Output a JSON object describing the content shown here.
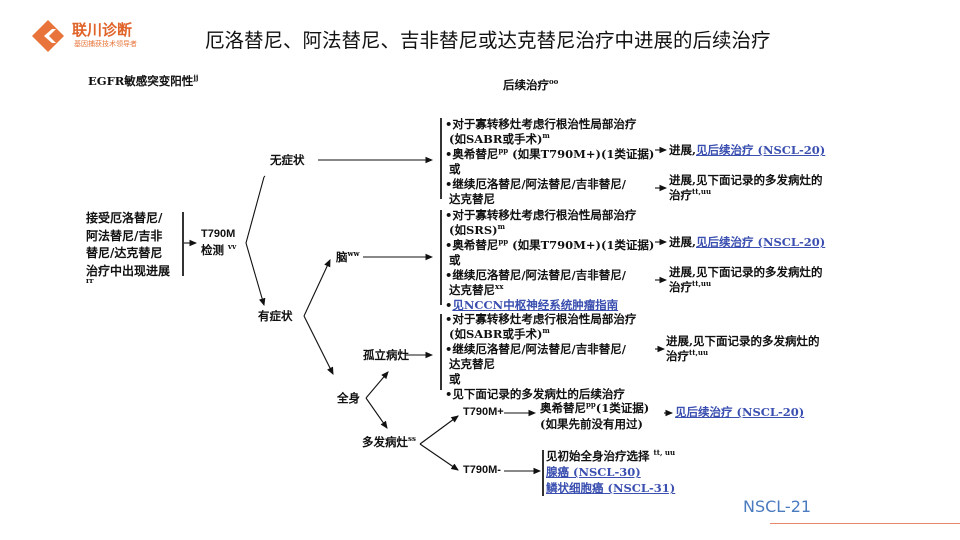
{
  "logo": {
    "name": "联川诊断",
    "tagline": "基因捕获技术领导者",
    "color": "#e8743b"
  },
  "title": "厄洛替尼、阿法替尼、吉非替尼或达克替尼治疗中进展的后续治疗",
  "header_left": "EGFR敏感突变阳性",
  "header_left_sup": "jj",
  "header_right": "后续治疗",
  "header_right_sup": "oo",
  "start": {
    "lines": [
      "接受厄洛替尼/",
      "阿法替尼/吉非",
      "替尼/达克替尼",
      "治疗中出现进展"
    ],
    "sup": "rr"
  },
  "test": {
    "line1": "T790M",
    "line2": "检测",
    "sup": "vv"
  },
  "nodes": {
    "asymptomatic": "无症状",
    "symptomatic": "有症状",
    "brain": "脑",
    "brain_sup": "ww",
    "systemic": "全身",
    "isolated": "孤立病灶",
    "multiple": "多发病灶",
    "multiple_sup": "ss",
    "t790m_pos": "T790M+",
    "t790m_neg": "T790M-"
  },
  "group1": {
    "l1": "•对于寡转移灶考虑行根治性局部治疗",
    "l2": "(如SABR或手术)",
    "l2_sup": "m",
    "l3": "•奥希替尼",
    "l3_sup": "pp",
    "l3b": "(如果T790M+)(1类证据)",
    "l4": "或",
    "l5": "•继续厄洛替尼/阿法替尼/吉非替尼/",
    "l6": "达克替尼"
  },
  "group2": {
    "l1": "•对于寡转移灶考虑行根治性局部治疗",
    "l2": "(如SRS)",
    "l2_sup": "m",
    "l3": "•奥希替尼",
    "l3_sup": "pp",
    "l3b": "(如果T790M+)(1类证据)",
    "l4": "或",
    "l5": "•继续厄洛替尼/阿法替尼/吉非替尼/",
    "l6": "达克替尼",
    "l6_sup": "xx",
    "l7": "见NCCN中枢神经系统肿瘤指南"
  },
  "group3": {
    "l1": "•对于寡转移灶考虑行根治性局部治疗",
    "l2": "(如SABR或手术)",
    "l2_sup": "m",
    "l3": "•继续厄洛替尼/阿法替尼/吉非替尼/",
    "l4": "达克替尼",
    "l5": "或",
    "l6": "•见下面记录的多发病灶的后续治疗"
  },
  "outcomes": {
    "progress": "进展,",
    "see_subsequent": "见后续治疗 (NSCL-20)",
    "multi_l1": "进展,见下面记录的多发病灶的",
    "multi_l2": "治疗",
    "multi_sup": "tt,uu"
  },
  "pos_branch": {
    "l1": "奥希替尼",
    "l1_sup": "pp",
    "l1b": "(1类证据)",
    "l2": "(如果先前没有用过)",
    "link": "见后续治疗 (NSCL-20)"
  },
  "neg_branch": {
    "l1": "见初始全身治疗选择",
    "l1_sup": "tt, uu",
    "l2": "腺癌 (NSCL-30)",
    "l3": "鳞状细胞癌 (NSCL-31)"
  },
  "page_label": "NSCL-21"
}
